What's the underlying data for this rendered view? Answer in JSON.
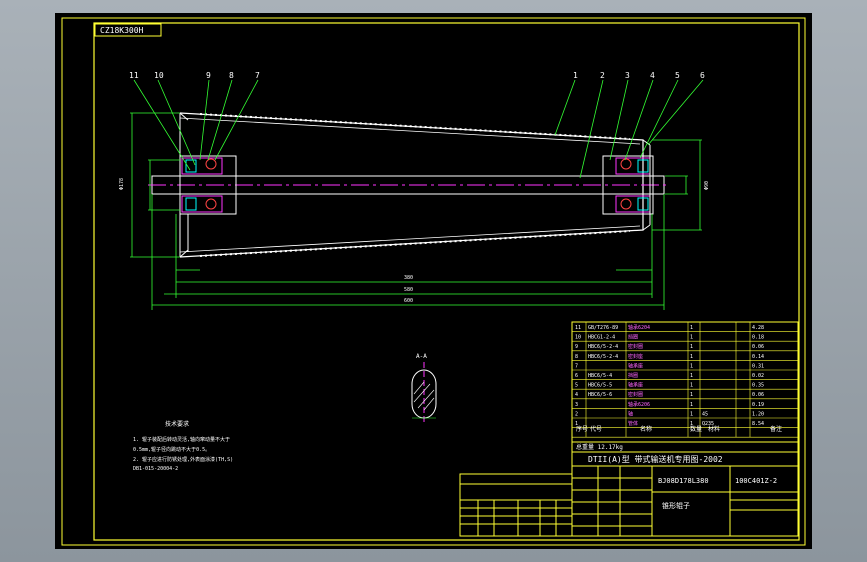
{
  "drawing_id": "CZ18K300H",
  "callouts_left": [
    "11",
    "10",
    "9",
    "8",
    "7"
  ],
  "callouts_right": [
    "1",
    "2",
    "3",
    "4",
    "5",
    "6"
  ],
  "section_label": "A-A",
  "title_block": {
    "title": "DTII(A)型 带式输送机专用图-2002",
    "code": "BJ08D178L380",
    "drawing_no": "100C401Z-2",
    "part_name": "锥形辊子",
    "mass_label": "总重量 12.17kg",
    "header_cols": [
      "序号",
      "代号",
      "名称",
      "数量",
      "材料",
      "备注"
    ]
  },
  "parts_rows": [
    [
      "11",
      "GB/T276-89",
      "轴承6204",
      "1",
      "",
      "4.28"
    ],
    [
      "10",
      "HBCG1-2-4",
      "挡圈",
      "1",
      "",
      "0.18"
    ],
    [
      "9",
      "HBC6/5-2-4",
      "密封圈",
      "1",
      "",
      "0.06"
    ],
    [
      "8",
      "HBC6/5-2-4",
      "密封座",
      "1",
      "",
      "0.14"
    ],
    [
      "7",
      "",
      "轴承座",
      "1",
      "",
      "0.31"
    ],
    [
      "6",
      "HBC6/5-4",
      "挡圈",
      "1",
      "",
      "0.02"
    ],
    [
      "5",
      "HBC6/5-5",
      "轴承座",
      "1",
      "",
      "0.35"
    ],
    [
      "4",
      "HBC6/5-6",
      "密封圈",
      "1",
      "",
      "0.06"
    ],
    [
      "3",
      "",
      "轴承6206",
      "1",
      "",
      "0.19"
    ],
    [
      "2",
      "",
      "轴",
      "1",
      "45",
      "1.20"
    ],
    [
      "1",
      "",
      "管体",
      "1",
      "Q235",
      "8.54"
    ]
  ],
  "notes": {
    "heading": "技术要求",
    "lines": [
      "1. 辊子装配后转动灵活,轴向窜动量不大于",
      "   0.5mm,辊子径向跳动不大于0.5。",
      "2. 辊子应进行防锈处理,外表面涂漆(TH,S)",
      "   DB1-015-20004-2"
    ]
  },
  "dims": {
    "d1": "380",
    "d2": "580",
    "d3": "600",
    "d4": "Φ178",
    "d5": "Φ90"
  }
}
